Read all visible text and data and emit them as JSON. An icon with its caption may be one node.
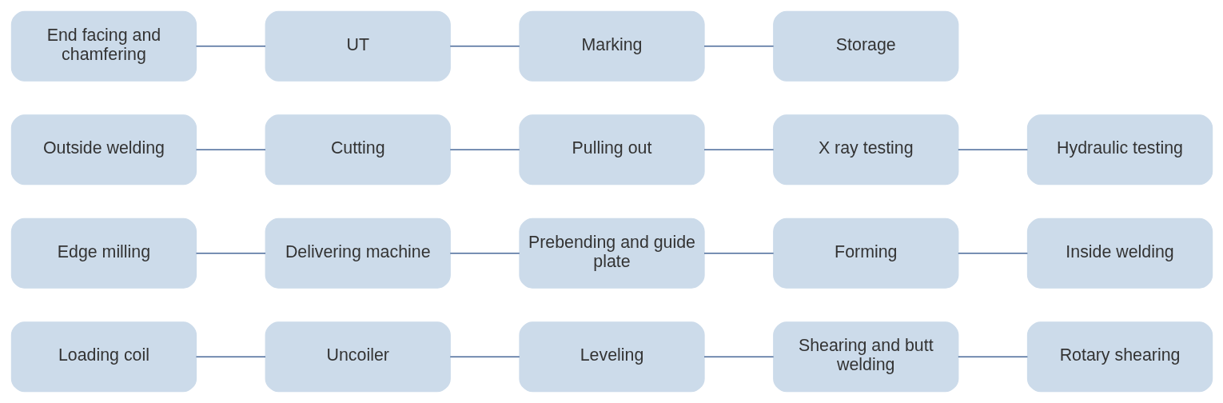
{
  "diagram": {
    "nodes": [
      {
        "text": [
          "Loading coil"
        ]
      },
      {
        "text": [
          "Uncoiler"
        ]
      },
      {
        "text": [
          "Leveling"
        ]
      },
      {
        "text": [
          "Shearing and butt welding"
        ]
      },
      {
        "text": [
          "Rotary shearing"
        ]
      },
      {
        "text": [
          "Edge milling"
        ]
      },
      {
        "text": [
          "Delivering machine"
        ]
      },
      {
        "text": [
          "Prebending and guide plate"
        ]
      },
      {
        "text": [
          "Forming"
        ]
      },
      {
        "text": [
          "Inside welding"
        ]
      },
      {
        "text": [
          "Outside welding"
        ]
      },
      {
        "text": [
          "Cutting"
        ]
      },
      {
        "text": [
          "Pulling out"
        ]
      },
      {
        "text": [
          "X ray testing"
        ]
      },
      {
        "text": [
          "Hydraulic testing"
        ]
      },
      {
        "text": [
          "End facing and chamfering"
        ]
      },
      {
        "text": [
          "UT"
        ]
      },
      {
        "text": [
          "Marking"
        ]
      },
      {
        "text": [
          "Storage"
        ]
      }
    ],
    "edges": [
      {
        "from": 0,
        "to": 1,
        "arrow": "none"
      },
      {
        "from": 1,
        "to": 2,
        "arrow": "none"
      },
      {
        "from": 2,
        "to": 3,
        "arrow": "none"
      },
      {
        "from": 3,
        "to": 4,
        "arrow": "none"
      },
      {
        "from": 5,
        "to": 6,
        "arrow": "none"
      },
      {
        "from": 6,
        "to": 7,
        "arrow": "none"
      },
      {
        "from": 7,
        "to": 8,
        "arrow": "none"
      },
      {
        "from": 8,
        "to": 9,
        "arrow": "none"
      },
      {
        "from": 10,
        "to": 11,
        "arrow": "none"
      },
      {
        "from": 11,
        "to": 12,
        "arrow": "none"
      },
      {
        "from": 12,
        "to": 13,
        "arrow": "none"
      },
      {
        "from": 13,
        "to": 14,
        "arrow": "none"
      },
      {
        "from": 15,
        "to": 16,
        "arrow": "none"
      },
      {
        "from": 16,
        "to": 17,
        "arrow": "none"
      },
      {
        "from": 17,
        "to": 18,
        "arrow": "none"
      }
    ]
  }
}
